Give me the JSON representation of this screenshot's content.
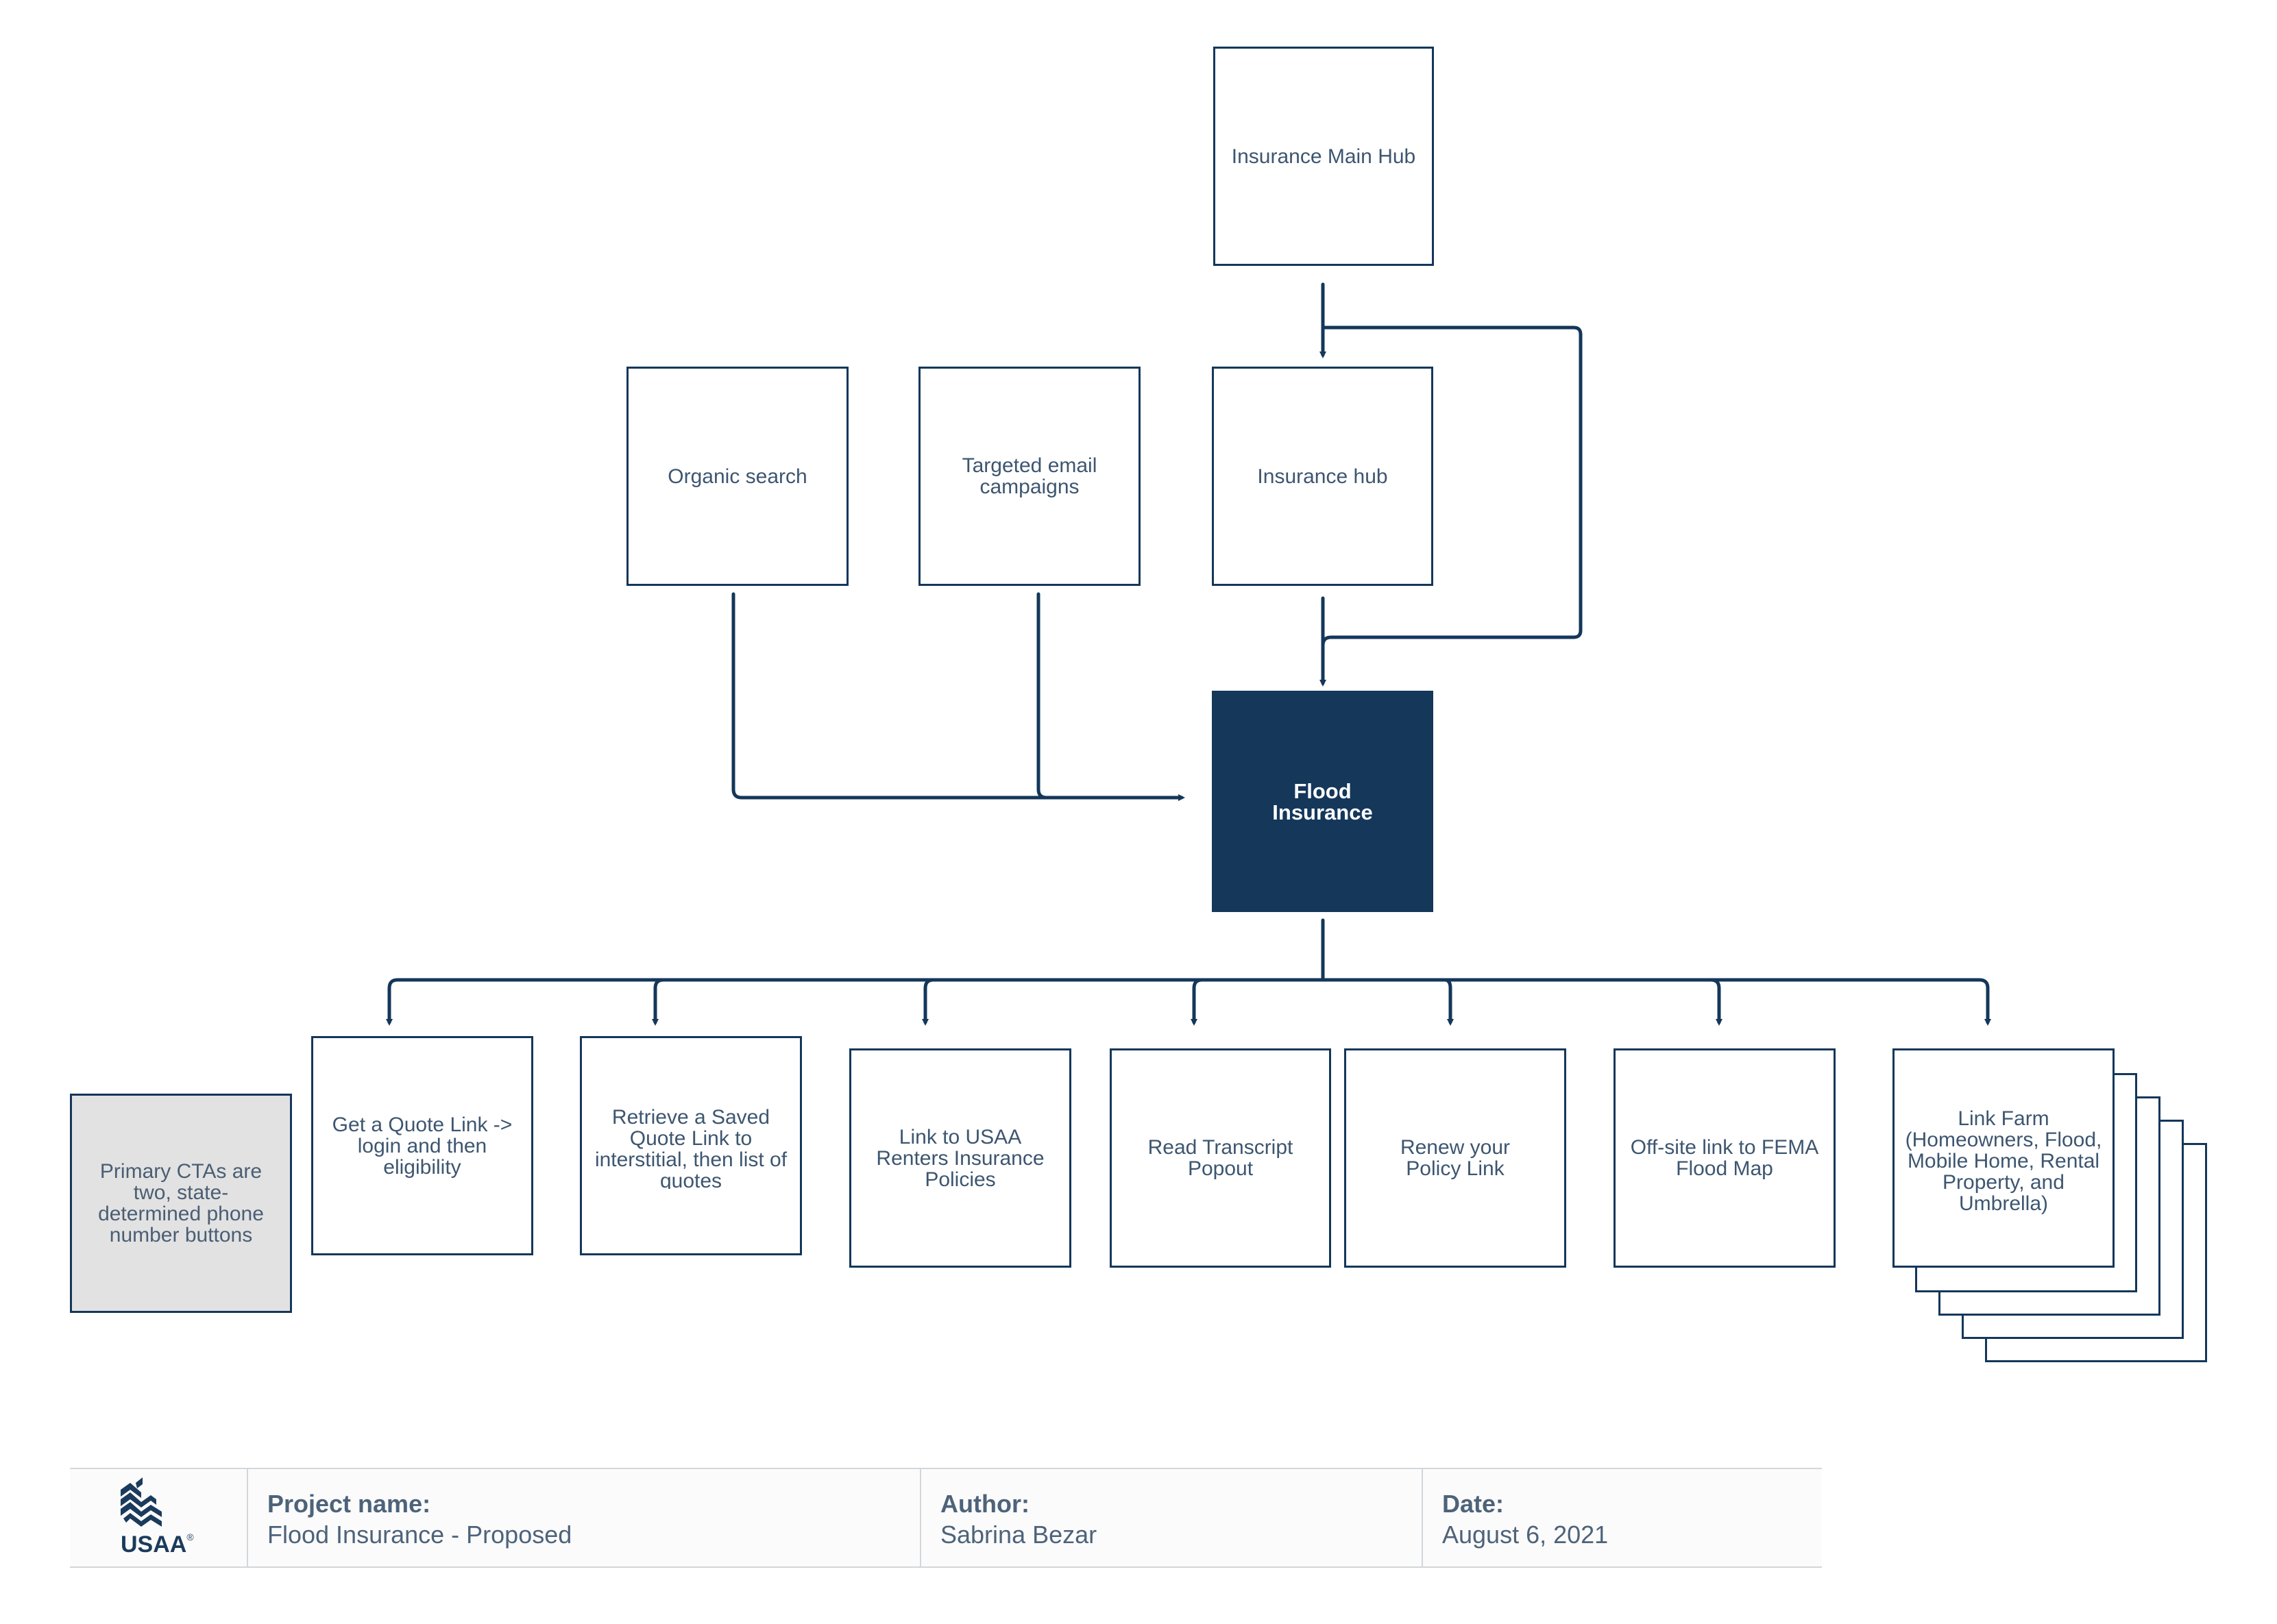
{
  "diagram": {
    "nodes": {
      "main_hub": "Insurance Main Hub",
      "organic_search": "Organic search",
      "email_campaigns": "Targeted email campaigns",
      "insurance_hub": "Insurance hub",
      "flood_insurance": "Flood Insurance",
      "primary_ctas": "Primary CTAs are two, state-determined phone number buttons",
      "get_quote": "Get a Quote Link -> login and then eligibility",
      "retrieve_quote": "Retrieve a Saved Quote Link to interstitial, then list of quotes",
      "renters_link": "Link to USAA Renters Insurance Policies",
      "transcript": "Read Transcript Popout",
      "renew_policy": "Renew your Policy Link",
      "fema_link": "Off-site link to FEMA Flood Map",
      "link_farm": "Link Farm (Homeowners, Flood, Mobile Home, Rental Property, and Umbrella)"
    },
    "colors": {
      "primary": "#14375a",
      "text": "#3d5670",
      "note_fill": "#e2e2e2"
    }
  },
  "footer": {
    "logo_text": "USAA",
    "project_label": "Project name:",
    "project_value": "Flood Insurance - Proposed",
    "author_label": "Author:",
    "author_value": "Sabrina Bezar",
    "date_label": "Date:",
    "date_value": "August 6, 2021"
  }
}
